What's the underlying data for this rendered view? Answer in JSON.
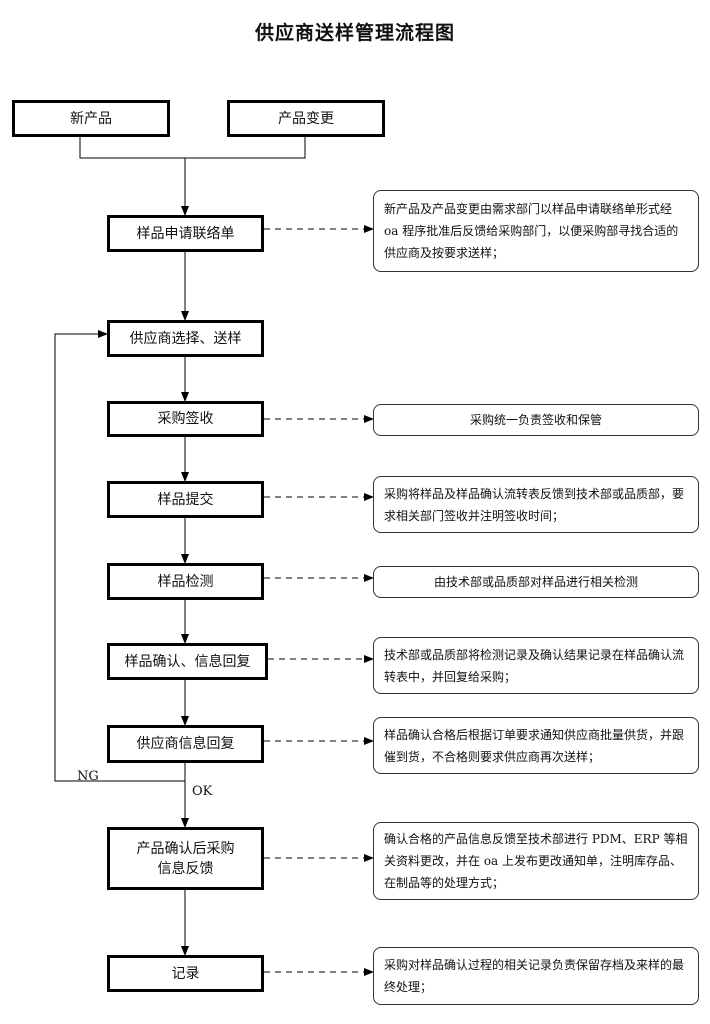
{
  "title": "供应商送样管理流程图",
  "boxes": {
    "new_product": "新产品",
    "product_change": "产品变更",
    "sample_request": "样品申请联络单",
    "supplier_select": "供应商选择、送样",
    "purchase_receive": "采购签收",
    "sample_submit": "样品提交",
    "sample_test": "样品检测",
    "sample_confirm": "样品确认、信息回复",
    "supplier_reply": "供应商信息回复",
    "feedback": "产品确认后采购信息反馈",
    "record": "记录"
  },
  "notes": {
    "sample_request": "新产品及产品变更由需求部门以样品申请联络单形式经 oa 程序批准后反馈给采购部门，以便采购部寻找合适的供应商及按要求送样；",
    "purchase_receive": "采购统一负责签收和保管",
    "sample_submit": "采购将样品及样品确认流转表反馈到技术部或品质部，要求相关部门签收并注明签收时间；",
    "sample_test": "由技术部或品质部对样品进行相关检测",
    "sample_confirm": "技术部或品质部将检测记录及确认结果记录在样品确认流转表中，并回复给采购；",
    "supplier_reply": "样品确认合格后根据订单要求通知供应商批量供货，并跟催到货，不合格则要求供应商再次送样；",
    "feedback": "确认合格的产品信息反馈至技术部进行 PDM、ERP 等相关资料更改，并在 oa 上发布更改通知单，注明库存品、在制品等的处理方式；",
    "record": "采购对样品确认过程的相关记录负责保留存档及来样的最终处理；"
  },
  "labels": {
    "ng": "NG",
    "ok": "OK"
  }
}
